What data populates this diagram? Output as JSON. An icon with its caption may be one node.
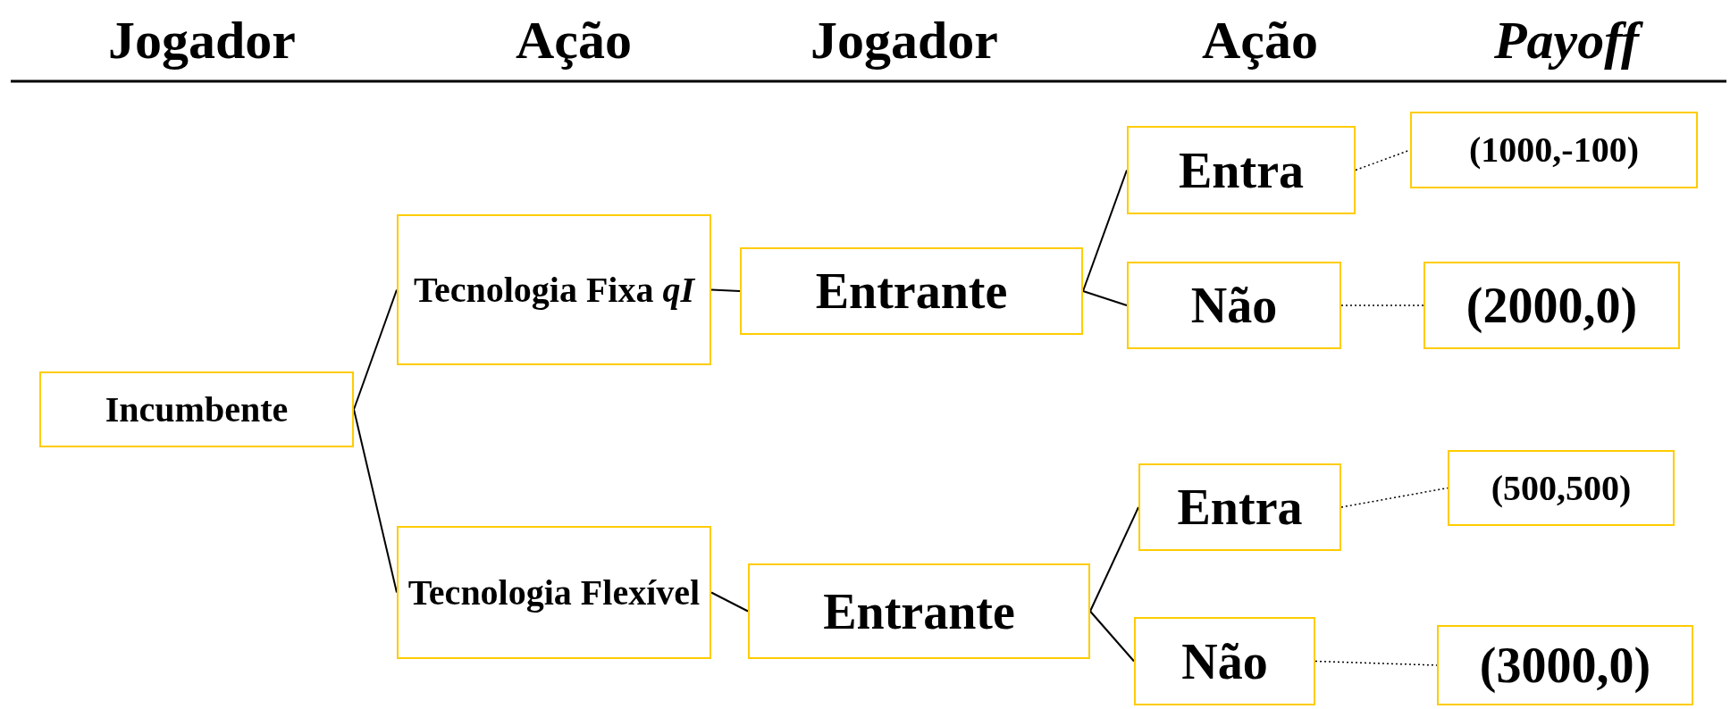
{
  "diagram": {
    "nodes": [
      {
        "text": [
          "Incumbente"
        ]
      },
      {
        "text": [
          "Tecnologia Fixa *qI*"
        ]
      },
      {
        "text": [
          "Entrante"
        ]
      },
      {
        "text": [
          "Entra"
        ]
      },
      {
        "text": [
          "Não"
        ]
      },
      {
        "text": [
          "(1000,-100)"
        ]
      },
      {
        "text": [
          "(2000,0)"
        ]
      },
      {
        "text": [
          "Tecnologia Flexível"
        ]
      },
      {
        "text": [
          "Entrante"
        ]
      },
      {
        "text": [
          "Entra"
        ]
      },
      {
        "text": [
          "Não"
        ]
      },
      {
        "text": [
          "(500,500)"
        ]
      },
      {
        "text": [
          "(3000,0)"
        ]
      }
    ],
    "edges": [
      {
        "from": 0,
        "to": 1,
        "arrow": "none"
      },
      {
        "from": 0,
        "to": 7,
        "arrow": "none"
      },
      {
        "from": 1,
        "to": 2,
        "arrow": "none"
      },
      {
        "from": 2,
        "to": 3,
        "arrow": "none"
      },
      {
        "from": 2,
        "to": 4,
        "arrow": "none"
      },
      {
        "from": 3,
        "to": 5,
        "arrow": "none",
        "style": "dashed"
      },
      {
        "from": 4,
        "to": 6,
        "arrow": "none",
        "style": "dashed"
      },
      {
        "from": 7,
        "to": 8,
        "arrow": "none"
      },
      {
        "from": 8,
        "to": 9,
        "arrow": "none"
      },
      {
        "from": 8,
        "to": 10,
        "arrow": "none"
      },
      {
        "from": 9,
        "to": 11,
        "arrow": "none",
        "style": "dashed"
      },
      {
        "from": 10,
        "to": 12,
        "arrow": "none",
        "style": "dashed"
      }
    ],
    "labels": [
      "Jogador",
      "Ação",
      "Jogador",
      "Ação",
      "Payoff"
    ]
  }
}
